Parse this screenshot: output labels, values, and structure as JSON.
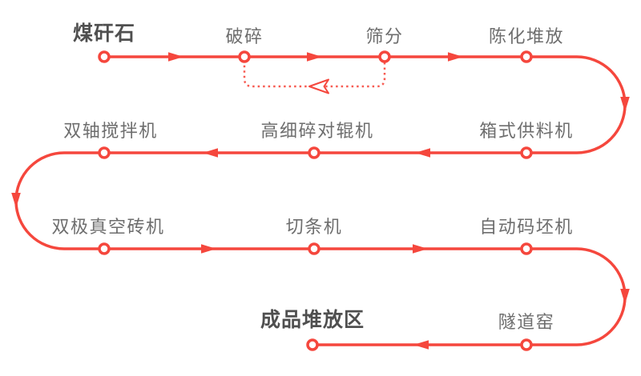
{
  "diagram": {
    "type": "process-flow",
    "accent_color": "#f5473d",
    "feedback_color": "#f75b52",
    "label_color": "#6e6e6e",
    "emphasis_color": "#4f4f4f",
    "steps": [
      {
        "id": "raw-material",
        "label": "煤矸石",
        "emphasis": true
      },
      {
        "id": "crushing",
        "label": "破碎",
        "emphasis": false
      },
      {
        "id": "screening",
        "label": "筛分",
        "emphasis": false
      },
      {
        "id": "aging-stockpile",
        "label": "陈化堆放",
        "emphasis": false
      },
      {
        "id": "box-feeder",
        "label": "箱式供料机",
        "emphasis": false
      },
      {
        "id": "fine-roller",
        "label": "高细碎对辊机",
        "emphasis": false
      },
      {
        "id": "twin-shaft-mixer",
        "label": "双轴搅拌机",
        "emphasis": false
      },
      {
        "id": "vacuum-extruder",
        "label": "双极真空砖机",
        "emphasis": false
      },
      {
        "id": "strip-cutter",
        "label": "切条机",
        "emphasis": false
      },
      {
        "id": "auto-stacker",
        "label": "自动码坯机",
        "emphasis": false
      },
      {
        "id": "tunnel-kiln",
        "label": "隧道窑",
        "emphasis": false
      },
      {
        "id": "finished-area",
        "label": "成品堆放区",
        "emphasis": true
      }
    ],
    "feedback_loop": {
      "from": "筛分",
      "to": "破碎",
      "style": "dotted"
    }
  }
}
